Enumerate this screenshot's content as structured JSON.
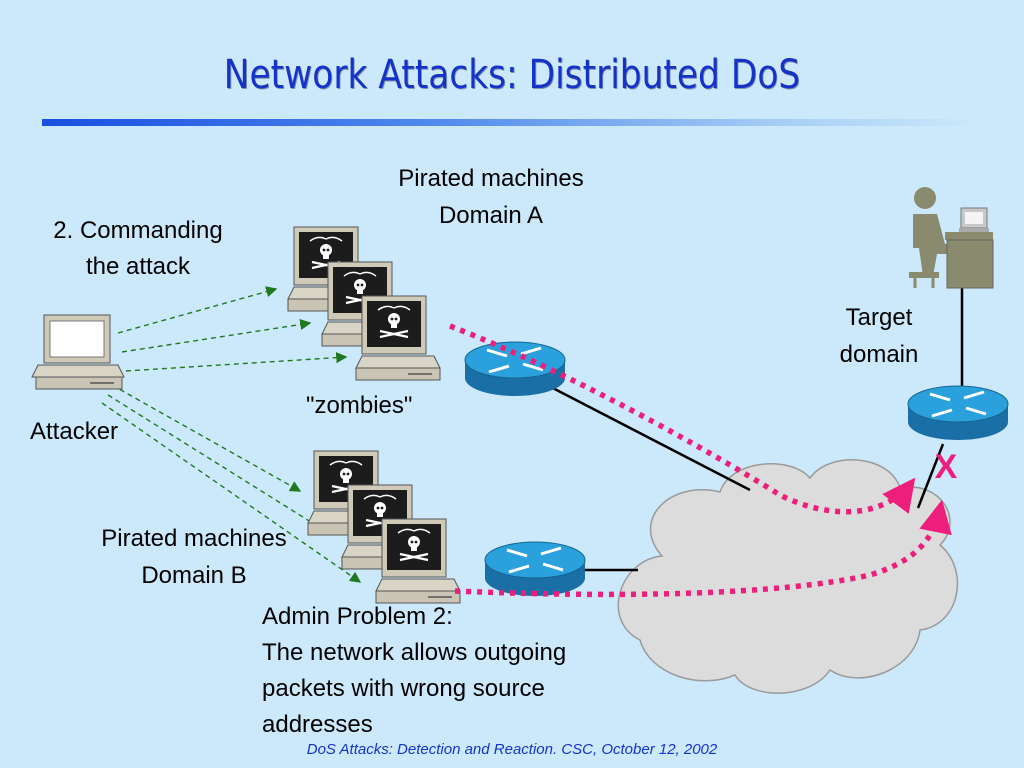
{
  "title": "Network Attacks: Distributed DoS",
  "labels": {
    "domain_a_line1": "Pirated machines",
    "domain_a_line2": "Domain A",
    "commanding_line1": "2. Commanding",
    "commanding_line2": "the attack",
    "attacker": "Attacker",
    "zombies": "\"zombies\"",
    "domain_b_line1": "Pirated machines",
    "domain_b_line2": "Domain B",
    "target_line1": "Target",
    "target_line2": "domain",
    "blocked_mark": "X"
  },
  "admin_problem": {
    "line1": "Admin Problem 2:",
    "line2": "The network allows outgoing",
    "line3": "packets with wrong source",
    "line4": "addresses"
  },
  "footer": "DoS Attacks: Detection and Reaction. CSC, October 12, 2002",
  "icons": {
    "attacker": "desktop-computer-icon",
    "zombie": "pirate-computer-icon",
    "router": "router-icon",
    "target": "person-at-desk-icon",
    "internet": "cloud-icon"
  },
  "colors": {
    "title": "#1533c9",
    "background": "#cce9fb",
    "attack_path": "#ee1f7c",
    "command_arrows": "#1f7a1f",
    "router": "#1e8ec6",
    "footer": "#1533c9"
  }
}
